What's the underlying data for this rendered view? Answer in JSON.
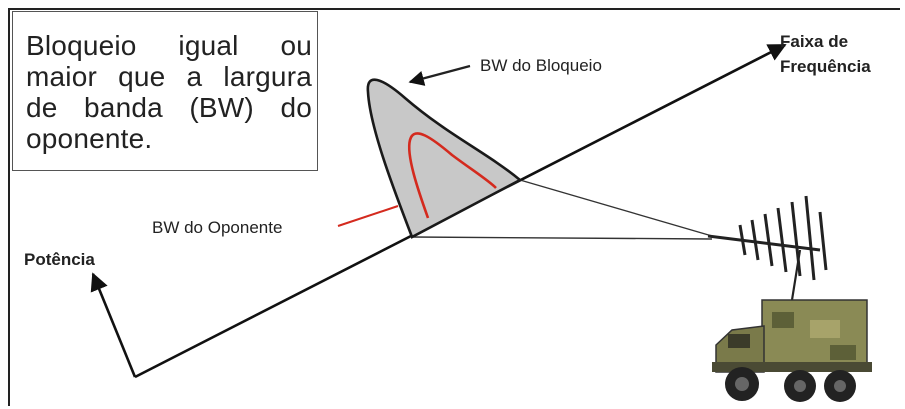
{
  "callout": {
    "text": "Bloqueio igual ou maior que a largura de banda (BW) do oponente."
  },
  "labels": {
    "jamming_bandwidth": "BW do Bloqueio",
    "opponent_bandwidth": "BW do Oponente",
    "frequency_axis_line1": "Faixa de",
    "frequency_axis_line2": "Frequência",
    "power_axis": "Potência"
  },
  "colors": {
    "axis": "#111111",
    "jamming_fill": "#c8c8c8",
    "opponent_curve": "#d42a1e",
    "truck_camo": "#8a8a55"
  }
}
